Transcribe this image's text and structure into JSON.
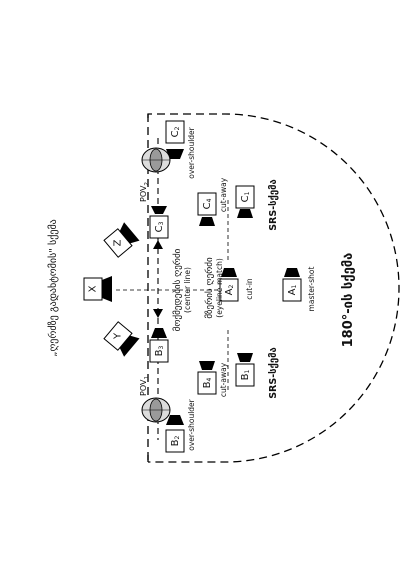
{
  "diagram": {
    "title_label": "„ღერძზე გადახტომის\" სქემა",
    "semicircle_label": "180°-ის სქემა",
    "line_labels": {
      "center_line_ka": "მოქმედების ღერძი",
      "center_line_en": "(center line)",
      "eyeline_ka": "მზერის ღერძი",
      "eyeline_en": "(eyeline-match)"
    },
    "scheme_labels": {
      "srs_top": "SRS-სქემა",
      "srs_bottom": "SRS-სქემა"
    },
    "shot_labels": {
      "over_shoulder_top": "over-shoulder",
      "over_shoulder_bottom": "over-shoulder",
      "cut_away_top": "cut-away",
      "cut_away_bottom": "cut-away",
      "cut_in": "cut-in",
      "master_shot": "master-shot"
    },
    "pov": {
      "pov1": {
        "main": "POV",
        "sub": "1"
      },
      "pov2": {
        "main": "POV",
        "sub": "2"
      }
    },
    "cameras": {
      "X": {
        "main": "X",
        "sub": ""
      },
      "Y": {
        "main": "Y",
        "sub": ""
      },
      "Z": {
        "main": "Z",
        "sub": ""
      },
      "A1": {
        "main": "A",
        "sub": "1"
      },
      "A2": {
        "main": "A",
        "sub": "2"
      },
      "B1": {
        "main": "B",
        "sub": "1"
      },
      "B2": {
        "main": "B",
        "sub": "2"
      },
      "B3": {
        "main": "B",
        "sub": "3"
      },
      "B4": {
        "main": "B",
        "sub": "4"
      },
      "C1": {
        "main": "C",
        "sub": "1"
      },
      "C2": {
        "main": "C",
        "sub": "2"
      },
      "C3": {
        "main": "C",
        "sub": "3"
      },
      "C4": {
        "main": "C",
        "sub": "4"
      }
    }
  }
}
